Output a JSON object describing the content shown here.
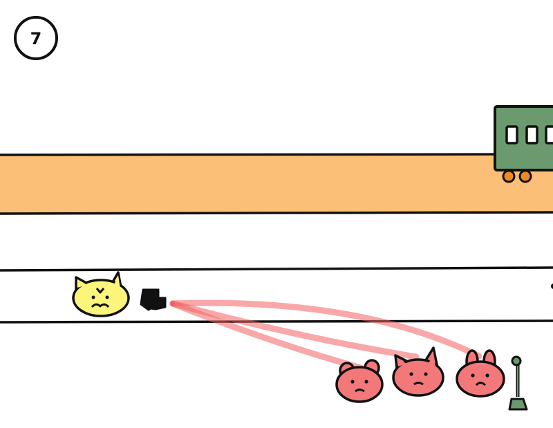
{
  "level": {
    "number": "7"
  },
  "colors": {
    "outline": "#111111",
    "road": "#fbbf77",
    "train_body": "#6b9a6e",
    "train_window": "#ffffff",
    "wheel": "#f2891e",
    "cat": "#fbf57c",
    "pig": "#f2787a",
    "laser": "#f26060",
    "lever": "#6b9a6e",
    "background": "#ffffff"
  },
  "icons": {
    "cat": "yellow-cat",
    "gun": "laser-pistol",
    "pigs": [
      "pink-bear",
      "pink-cat",
      "pink-bunny"
    ],
    "lever": "track-lever",
    "train": "train-car"
  }
}
